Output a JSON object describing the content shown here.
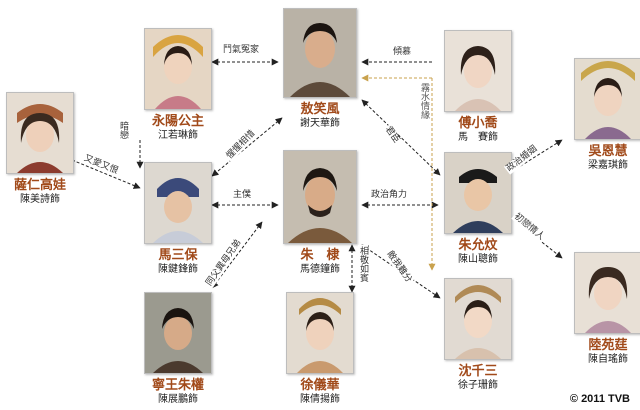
{
  "characters": {
    "yongyang": {
      "name": "永陽公主",
      "actor": "江若琳飾"
    },
    "ao": {
      "name": "敖笑風",
      "actor": "謝天華飾"
    },
    "fu": {
      "name": "傅小喬",
      "actor": "馬　賽飾"
    },
    "wu": {
      "name": "吳恩慧",
      "actor": "梁嘉琪飾"
    },
    "sa": {
      "name": "薩仁高娃",
      "actor": "陳美詩飾"
    },
    "ma": {
      "name": "馬三保",
      "actor": "陳鍵鋒飾"
    },
    "zhudi": {
      "name": "朱　棣",
      "actor": "馬德鐘飾"
    },
    "zhuyun": {
      "name": "朱允炆",
      "actor": "陳山聰飾"
    },
    "lu": {
      "name": "陸苑莛",
      "actor": "陳自瑤飾"
    },
    "ning": {
      "name": "寧王朱權",
      "actor": "陳展鵬飾"
    },
    "xu": {
      "name": "徐儀華",
      "actor": "陳倩揚飾"
    },
    "shen": {
      "name": "沈千三",
      "actor": "徐子珊飾"
    }
  },
  "relations": {
    "yongyang_ao": "鬥氣冤家",
    "fu_ao": "傾慕",
    "fu_ao_secret": "霧水情緣",
    "yongyang_ma": "暗戀",
    "ao_ma": "惺惺相惜",
    "ao_zhuyun": "君臣",
    "zhuyun_wu": "政治婚姻",
    "zhuyun_lu": "初戀情人",
    "sa_ma": "又愛又恨",
    "ma_zhudi": "主僕",
    "zhudi_zhuyun": "政治角力",
    "zhudi_xu": "相敬如賓",
    "zhudi_shen": "敵我難分",
    "ma_ning": "同父異母兄弟"
  },
  "copyright": "© 2011 TVB"
}
